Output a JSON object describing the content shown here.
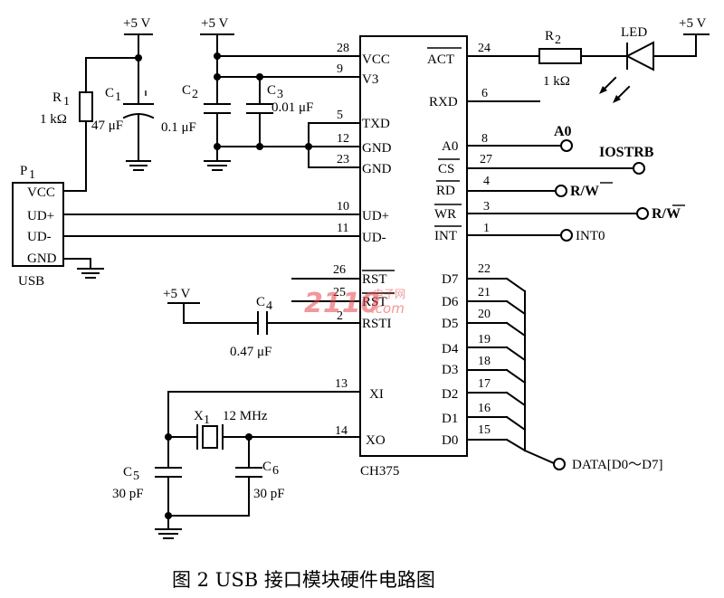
{
  "power": "+5 V",
  "caption": "图 2   USB 接口模块硬件电路图",
  "watermark": {
    "main": "2110",
    "cn": "电子网",
    "suffix": ".com"
  },
  "usb": {
    "ref": "P",
    "sub": "1",
    "name": "USB",
    "pins": [
      "VCC",
      "UD+",
      "UD-",
      "GND"
    ]
  },
  "chip": {
    "name": "CH375",
    "left_pins": [
      {
        "num": "28",
        "name": "VCC"
      },
      {
        "num": "9",
        "name": "V3"
      },
      {
        "num": "5",
        "name": "TXD"
      },
      {
        "num": "12",
        "name": "GND"
      },
      {
        "num": "23",
        "name": "GND"
      },
      {
        "num": "10",
        "name": "UD+"
      },
      {
        "num": "11",
        "name": "UD-"
      },
      {
        "num": "26",
        "name": "RST"
      },
      {
        "num": "25",
        "name": "RST"
      },
      {
        "num": "2",
        "name": "RSTI"
      },
      {
        "num": "13",
        "name": "XI"
      },
      {
        "num": "14",
        "name": "XO"
      }
    ],
    "right_pins": [
      {
        "num": "24",
        "name": "ACT"
      },
      {
        "num": "6",
        "name": "RXD"
      },
      {
        "num": "8",
        "name": "A0"
      },
      {
        "num": "27",
        "name": "CS"
      },
      {
        "num": "4",
        "name": "RD"
      },
      {
        "num": "3",
        "name": "WR"
      },
      {
        "num": "1",
        "name": "INT"
      },
      {
        "num": "22",
        "name": "D7"
      },
      {
        "num": "21",
        "name": "D6"
      },
      {
        "num": "20",
        "name": "D5"
      },
      {
        "num": "19",
        "name": "D4"
      },
      {
        "num": "18",
        "name": "D3"
      },
      {
        "num": "17",
        "name": "D2"
      },
      {
        "num": "16",
        "name": "D1"
      },
      {
        "num": "15",
        "name": "D0"
      }
    ]
  },
  "components": {
    "r1": {
      "ref": "R",
      "sub": "1",
      "value": "1 kΩ"
    },
    "r2": {
      "ref": "R",
      "sub": "2",
      "value": "1 kΩ"
    },
    "c1": {
      "ref": "C",
      "sub": "1",
      "value": "47 μF"
    },
    "c2": {
      "ref": "C",
      "sub": "2",
      "value": "0.1 μF"
    },
    "c3": {
      "ref": "C",
      "sub": "3",
      "value": "0.01 μF"
    },
    "c4": {
      "ref": "C",
      "sub": "4",
      "value": "0.47 μF"
    },
    "c5": {
      "ref": "C",
      "sub": "5",
      "value": "30 pF"
    },
    "c6": {
      "ref": "C",
      "sub": "6",
      "value": "30 pF"
    },
    "x1": {
      "ref": "X",
      "sub": "1",
      "value": "12 MHz"
    },
    "led": {
      "ref": "LED"
    }
  },
  "signals": {
    "a0": "A0",
    "iostrb": "IOSTRB",
    "rd": "R/W",
    "wr": "R/W",
    "int0": "INT0",
    "data": "DATA[D0～D7]"
  }
}
